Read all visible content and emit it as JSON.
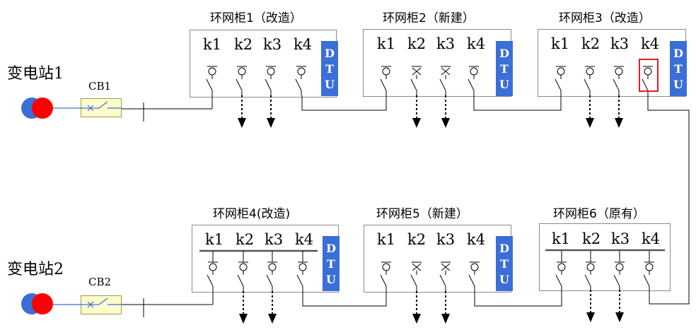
{
  "stations": [
    {
      "name": "变电站1",
      "breaker": "CB1"
    },
    {
      "name": "变电站2",
      "breaker": "CB2"
    }
  ],
  "cabinets": [
    {
      "title": "环网柜1（改造）",
      "dtu": "DTU",
      "switches": [
        "k1",
        "k2",
        "k3",
        "k4"
      ],
      "busbar": false,
      "k2_style": "circle",
      "k3_style": "circle"
    },
    {
      "title": "环网柜2（新建）",
      "dtu": "DTU",
      "switches": [
        "k1",
        "k2",
        "k3",
        "k4"
      ],
      "busbar": false,
      "k2_style": "cross",
      "k3_style": "cross"
    },
    {
      "title": "环网柜3（改造）",
      "dtu": "DTU",
      "switches": [
        "k1",
        "k2",
        "k3",
        "k4"
      ],
      "busbar": false,
      "k2_style": "circle",
      "k3_style": "circle",
      "highlight": "k4"
    },
    {
      "title": "环网柜4(改造)",
      "dtu": "DTU",
      "switches": [
        "k1",
        "k2",
        "k3",
        "k4"
      ],
      "busbar": true,
      "k2_style": "circle",
      "k3_style": "circle"
    },
    {
      "title": "环网柜5（新建）",
      "dtu": "DTU",
      "switches": [
        "k1",
        "k2",
        "k3",
        "k4"
      ],
      "busbar": false,
      "k2_style": "cross",
      "k3_style": "cross"
    },
    {
      "title": "环网柜6（原有）",
      "dtu": "",
      "switches": [
        "k1",
        "k2",
        "k3",
        "k4"
      ],
      "busbar": true,
      "k2_style": "circle",
      "k3_style": "circle"
    }
  ],
  "colors": {
    "dtu": "#3a6fd8",
    "source_red": "#ff0000",
    "source_blue": "#3a6fd8",
    "highlight": "#e02020",
    "wire_blue": "#3a6fd8"
  }
}
